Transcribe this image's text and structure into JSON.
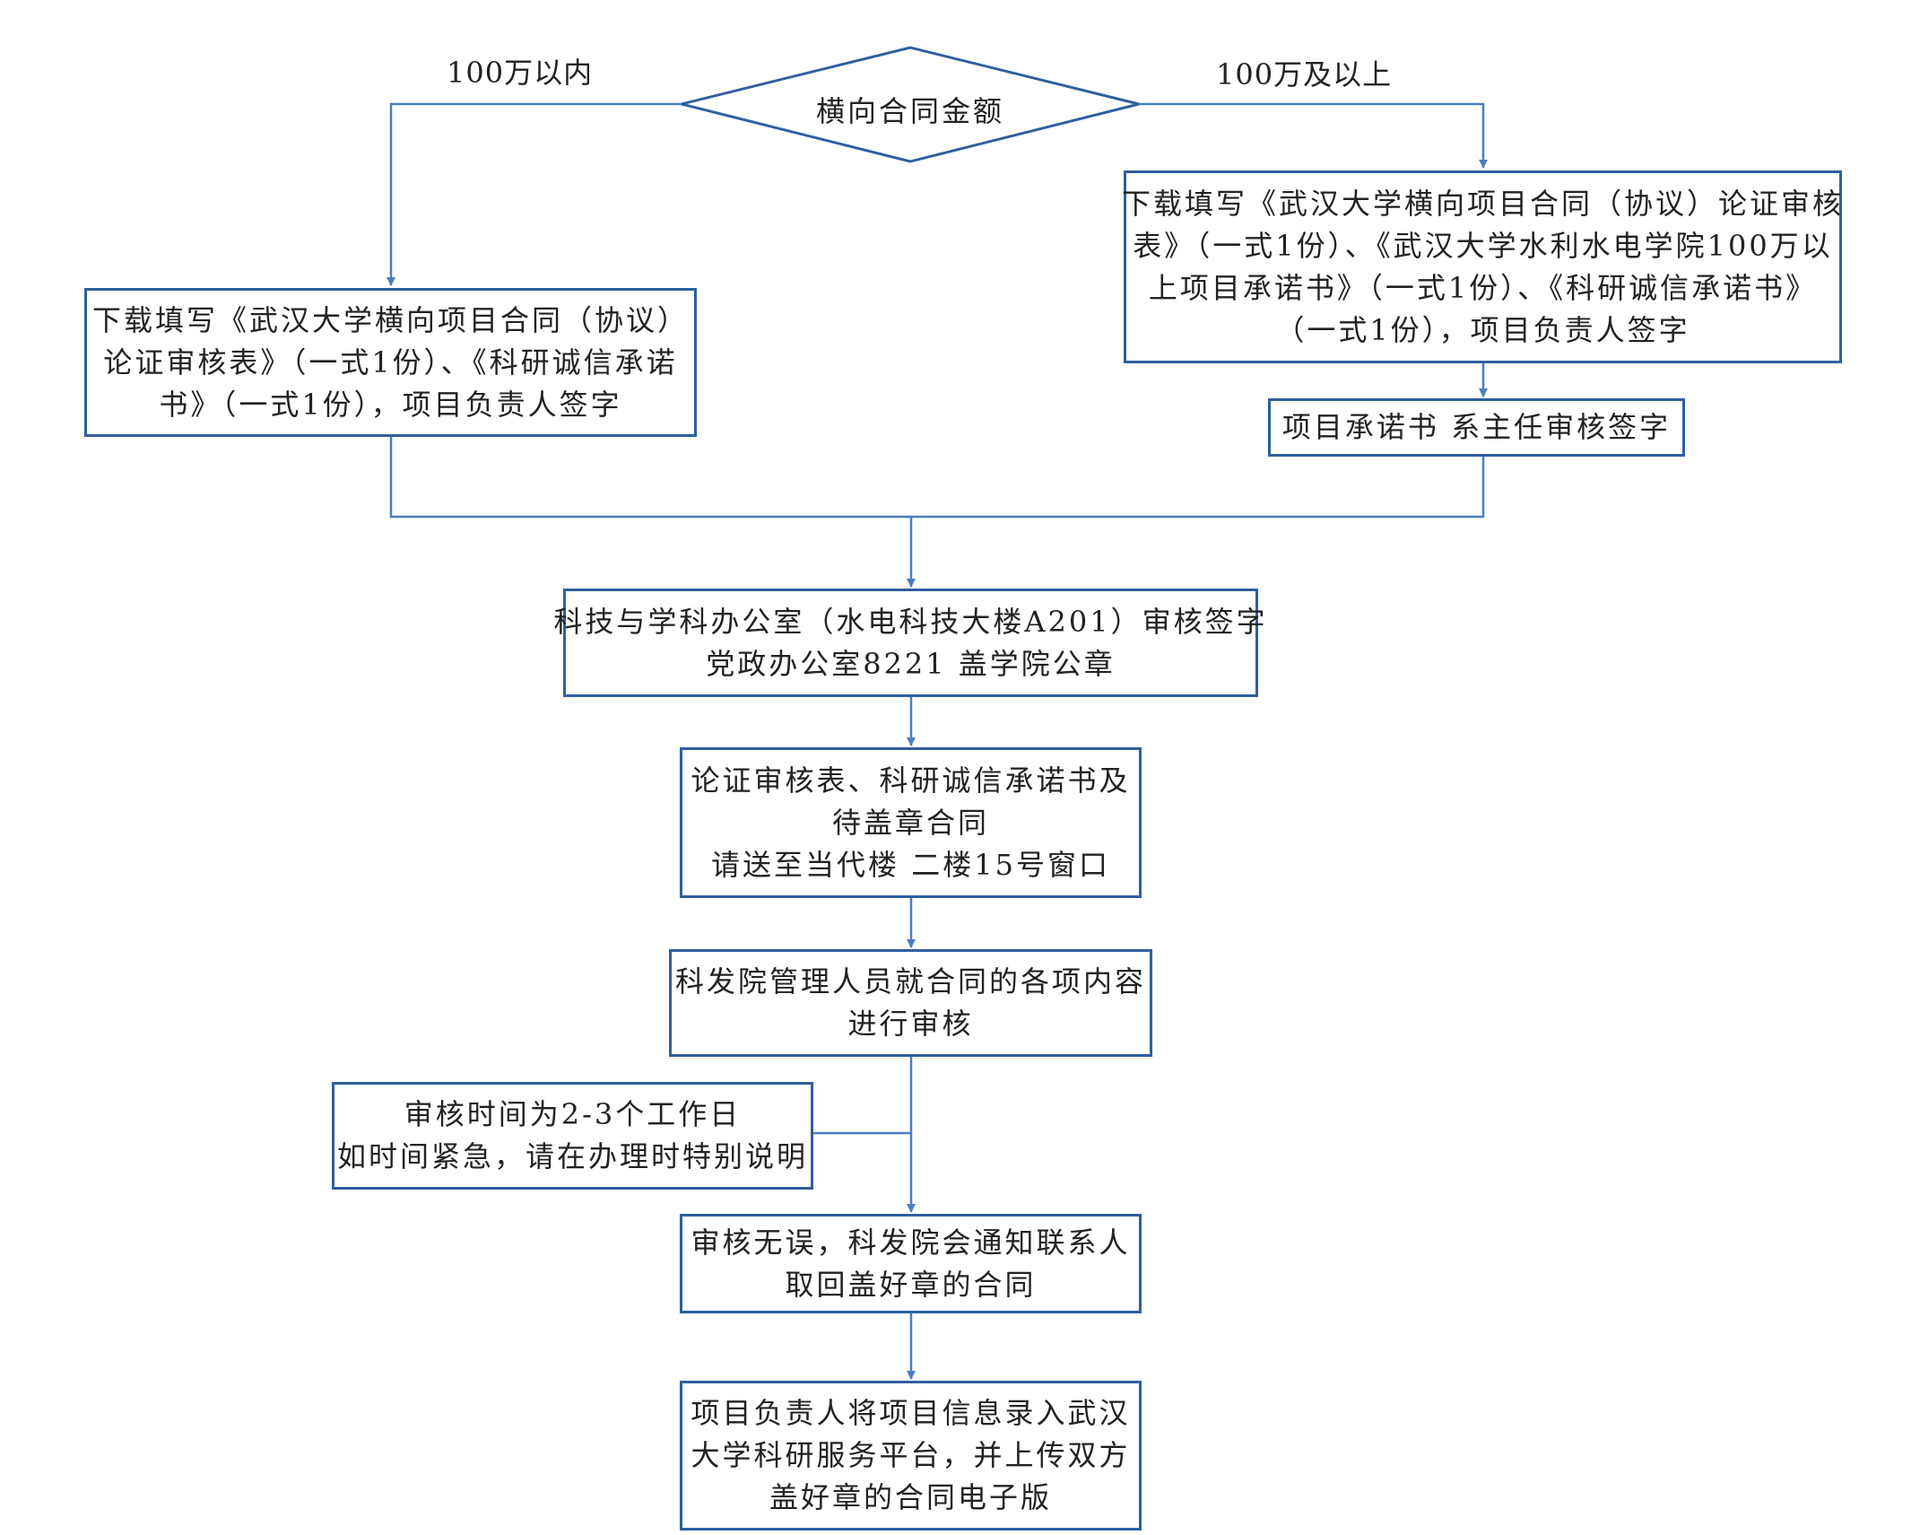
{
  "decision": {
    "label": "横向合同金额",
    "left_branch": "100万以内",
    "right_branch": "100万及以上"
  },
  "left_box": {
    "lines": [
      "下载填写《武汉大学横向项目合同（协议）",
      "论证审核表》（一式1份）、《科研诚信承诺",
      "书》（一式1份），项目负责人签字"
    ]
  },
  "right_box": {
    "lines": [
      "下载填写《武汉大学横向项目合同（协议）论证审核",
      "表》（一式1份）、《武汉大学水利水电学院100万以",
      "上项目承诺书》（一式1份）、《科研诚信承诺书》",
      "（一式1份），项目负责人签字"
    ]
  },
  "right_sub_box": {
    "lines": [
      "项目承诺书  系主任审核签字"
    ]
  },
  "office_box": {
    "lines": [
      "科技与学科办公室（水电科技大楼A201）审核签字",
      "党政办公室8221  盖学院公章"
    ]
  },
  "submit_box": {
    "lines": [
      "论证审核表、科研诚信承诺书及",
      "待盖章合同",
      "请送至当代楼  二楼15号窗口"
    ]
  },
  "review_box": {
    "lines": [
      "科发院管理人员就合同的各项内容",
      "进行审核"
    ]
  },
  "note_box": {
    "lines": [
      "审核时间为2-3个工作日",
      "如时间紧急，请在办理时特别说明"
    ]
  },
  "notify_box": {
    "lines": [
      "审核无误，科发院会通知联系人",
      "取回盖好章的合同"
    ]
  },
  "final_box": {
    "lines": [
      "项目负责人将项目信息录入武汉",
      "大学科研服务平台，并上传双方",
      "盖好章的合同电子版"
    ]
  },
  "colors": {
    "stroke": "#2f5f9e",
    "arrow": "#4a7ec0"
  }
}
